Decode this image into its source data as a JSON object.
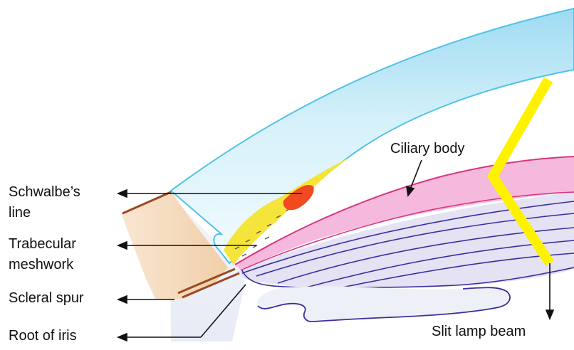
{
  "diagram": {
    "labels": {
      "ciliary_body": "Ciliary body",
      "schwalbes_line": [
        "Schwalbe’s",
        "line"
      ],
      "trabecular_meshwork": [
        "Trabecular",
        "meshwork"
      ],
      "scleral_spur": "Scleral spur",
      "root_of_iris": "Root of iris",
      "slit_lamp_beam": "Slit lamp beam"
    },
    "colors": {
      "cornea": "#c9ecf7",
      "cornea_edge": "#4fc3e6",
      "sclera": "#f6dcc0",
      "ciliary_body": "#f4b9dc",
      "ciliary_edge": "#d9357e",
      "iris": "#e4e2f3",
      "iris_line": "#3a2f9e",
      "beam": "#fff200",
      "meshwork": "#f5e43a",
      "schwalbe": "#f04a1e",
      "spur": "#9a4a22"
    }
  }
}
